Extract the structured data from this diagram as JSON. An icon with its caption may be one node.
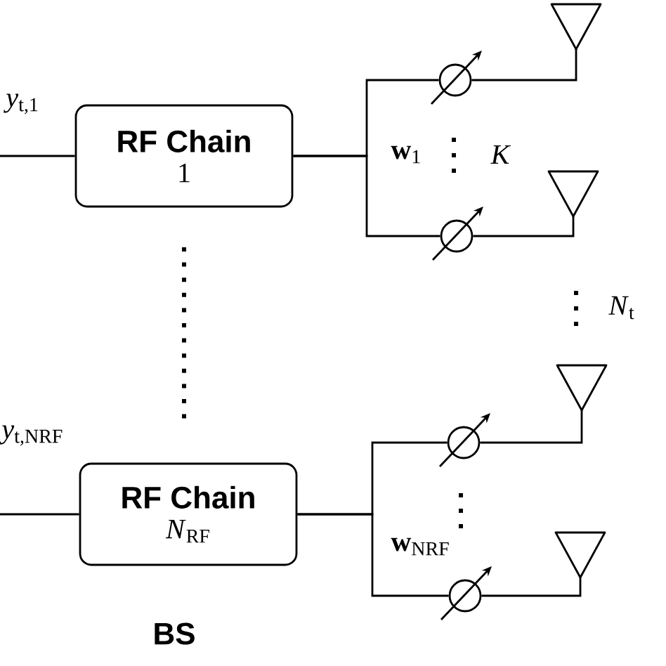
{
  "diagram": {
    "nodes": [
      {
        "text": [
          "RF Chain",
          "1"
        ]
      },
      {
        "text": [],
        "shape": "circle"
      },
      {
        "text": [],
        "shape": "antenna"
      },
      {
        "text": [],
        "shape": "circle"
      },
      {
        "text": [],
        "shape": "antenna"
      },
      {
        "text": [
          "RF Chain",
          "*N*$_{RF}$"
        ]
      },
      {
        "text": [],
        "shape": "circle"
      },
      {
        "text": [],
        "shape": "antenna"
      },
      {
        "text": [],
        "shape": "circle"
      },
      {
        "text": [],
        "shape": "antenna"
      }
    ],
    "edges": [
      {
        "from": null,
        "to": 0,
        "arrow": "none",
        "label": "*y*$_{t,1}$"
      },
      {
        "from": 0,
        "to": 1,
        "arrow": "none"
      },
      {
        "from": 0,
        "to": 3,
        "arrow": "none"
      },
      {
        "from": 1,
        "to": 2,
        "arrow": "none"
      },
      {
        "from": 3,
        "to": 4,
        "arrow": "none"
      },
      {
        "from": null,
        "to": 5,
        "arrow": "none",
        "label": "*y*$_{t,NRF}$"
      },
      {
        "from": 5,
        "to": 6,
        "arrow": "none"
      },
      {
        "from": 5,
        "to": 8,
        "arrow": "none"
      },
      {
        "from": 6,
        "to": 7,
        "arrow": "none"
      },
      {
        "from": 8,
        "to": 9,
        "arrow": "none"
      }
    ],
    "labels": [
      "**w**$_{1}$",
      "K",
      "*N*$_{t}$",
      "**w**$_{NRF}$",
      "BS"
    ]
  }
}
